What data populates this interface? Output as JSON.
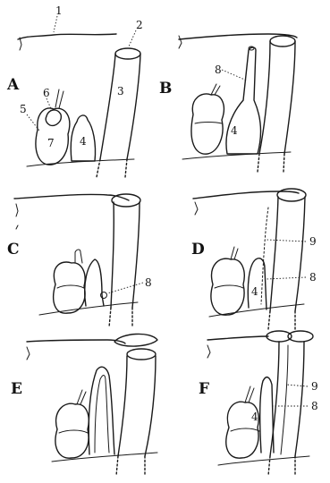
{
  "panels": {
    "A": {
      "letter": "A",
      "labels": [
        "1",
        "2",
        "3",
        "4",
        "5",
        "6",
        "7"
      ]
    },
    "B": {
      "letter": "B",
      "labels": [
        "8",
        "4"
      ]
    },
    "C": {
      "letter": "C",
      "labels": [
        "8"
      ]
    },
    "D": {
      "letter": "D",
      "labels": [
        "9",
        "8",
        "4"
      ]
    },
    "E": {
      "letter": "E",
      "labels": []
    },
    "F": {
      "letter": "F",
      "labels": [
        "9",
        "8",
        "4"
      ]
    }
  }
}
